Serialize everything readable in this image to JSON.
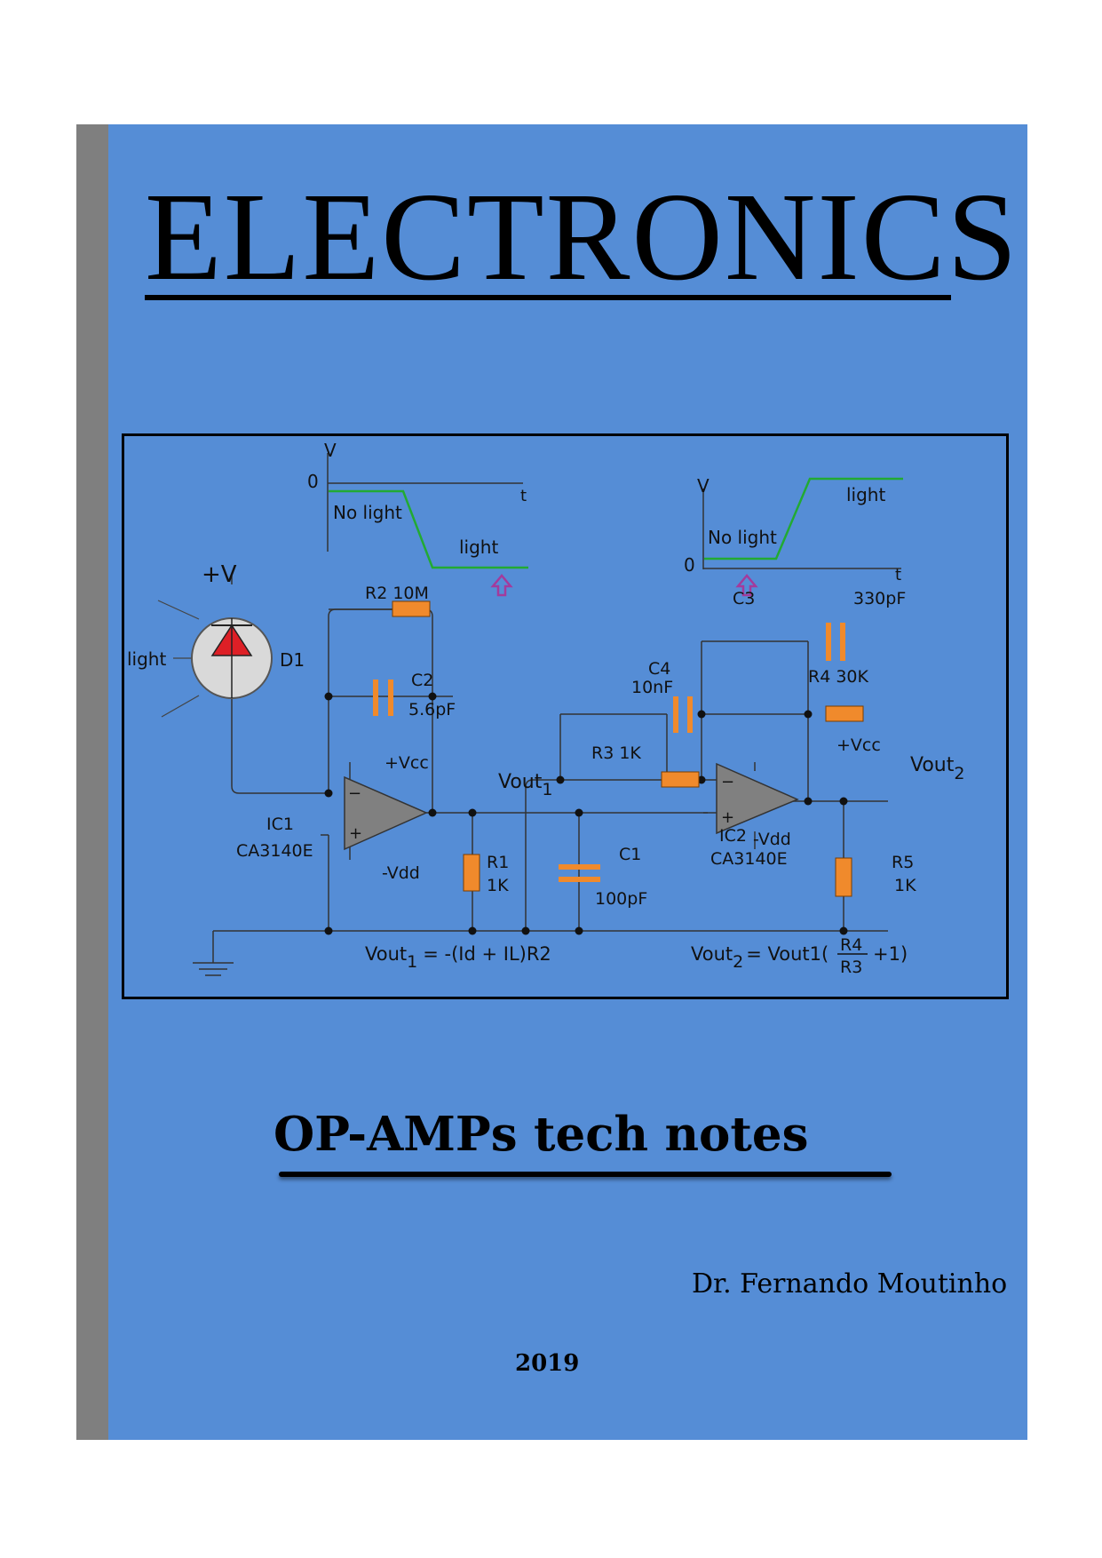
{
  "cover": {
    "title": "ELECTRONICS",
    "subtitle": "OP-AMPs tech notes",
    "author": "Dr. Fernando Moutinho",
    "year": "2019",
    "colors": {
      "background": "#558dd6",
      "spine": "#7f7f7f",
      "component": "#f08a2c",
      "signal": "#22aa33",
      "diode": "#dd1f26",
      "arrow": "#a33b9c",
      "opamp": "#808080"
    }
  },
  "circuit": {
    "graph_left": {
      "axis_v": "V",
      "zero": "0",
      "axis_t": "t",
      "state_dark": "No light",
      "state_lit": "light"
    },
    "graph_right": {
      "axis_v": "V",
      "zero": "0",
      "axis_t": "t",
      "state_dark": "No light",
      "state_lit": "light"
    },
    "photodiode": {
      "supply": "+V",
      "light": "light",
      "label": "D1"
    },
    "r2": {
      "name": "R2",
      "value": "10M"
    },
    "c2": {
      "name": "C2",
      "value": "5.6pF"
    },
    "ic1": {
      "name": "IC1",
      "part": "CA3140E",
      "vcc": "+Vcc",
      "vdd": "-Vdd",
      "minus": "−",
      "plus": "+"
    },
    "vout1": {
      "base": "Vout",
      "sub": "1"
    },
    "r1": {
      "name": "R1",
      "value": "1K"
    },
    "c1": {
      "name": "C1",
      "value": "100pF"
    },
    "c4": {
      "name": "C4",
      "value": "10nF"
    },
    "r3": {
      "name": "R3",
      "value": "1K"
    },
    "c3": {
      "name": "C3",
      "value": "330pF"
    },
    "r4": {
      "name": "R4",
      "value": "30K"
    },
    "ic2": {
      "name": "IC2",
      "part": "CA3140E",
      "vcc": "+Vcc",
      "vdd": "-Vdd",
      "minus": "−",
      "plus": "+"
    },
    "vout2": {
      "base": "Vout",
      "sub": "2"
    },
    "r5": {
      "name": "R5",
      "value": "1K"
    },
    "eq1": {
      "lhs": "Vout",
      "sub": "1",
      "rhs": "= -(Id + IL)R2"
    },
    "eq2": {
      "lhs": "Vout",
      "sub": "2",
      "mid": "= Vout1(",
      "num": "R4",
      "den": "R3",
      "tail": "+1)"
    }
  }
}
